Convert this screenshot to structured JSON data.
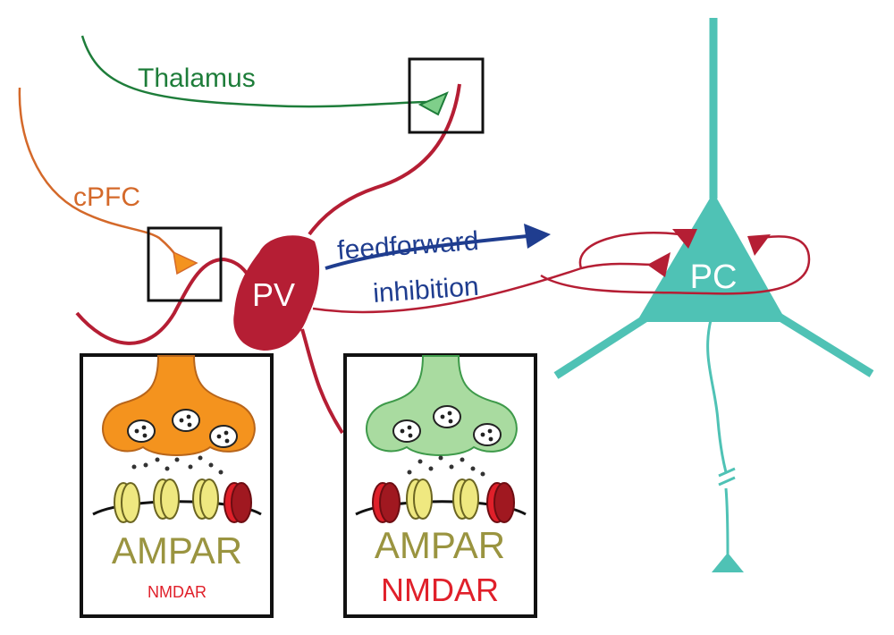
{
  "labels": {
    "thalamus": "Thalamus",
    "cpfc": "cPFC",
    "pv": "PV",
    "pc": "PC",
    "arrow_line1": "feedforward",
    "arrow_line2": "inhibition"
  },
  "panels": [
    {
      "ampar_label": "AMPAR",
      "nmdar_label": "NMDAR",
      "terminal": "cPFC"
    },
    {
      "ampar_label": "AMPAR",
      "nmdar_label": "NMDAR",
      "terminal": "Thalamus"
    }
  ],
  "colors": {
    "thalamus": "#1e7d3a",
    "cpfc": "#d4692a",
    "pv": "#b51e34",
    "pc": "#4fc2b5",
    "arrow": "#1f3d8f",
    "ampar": "#9a9440",
    "nmdar": "#e0202a"
  }
}
